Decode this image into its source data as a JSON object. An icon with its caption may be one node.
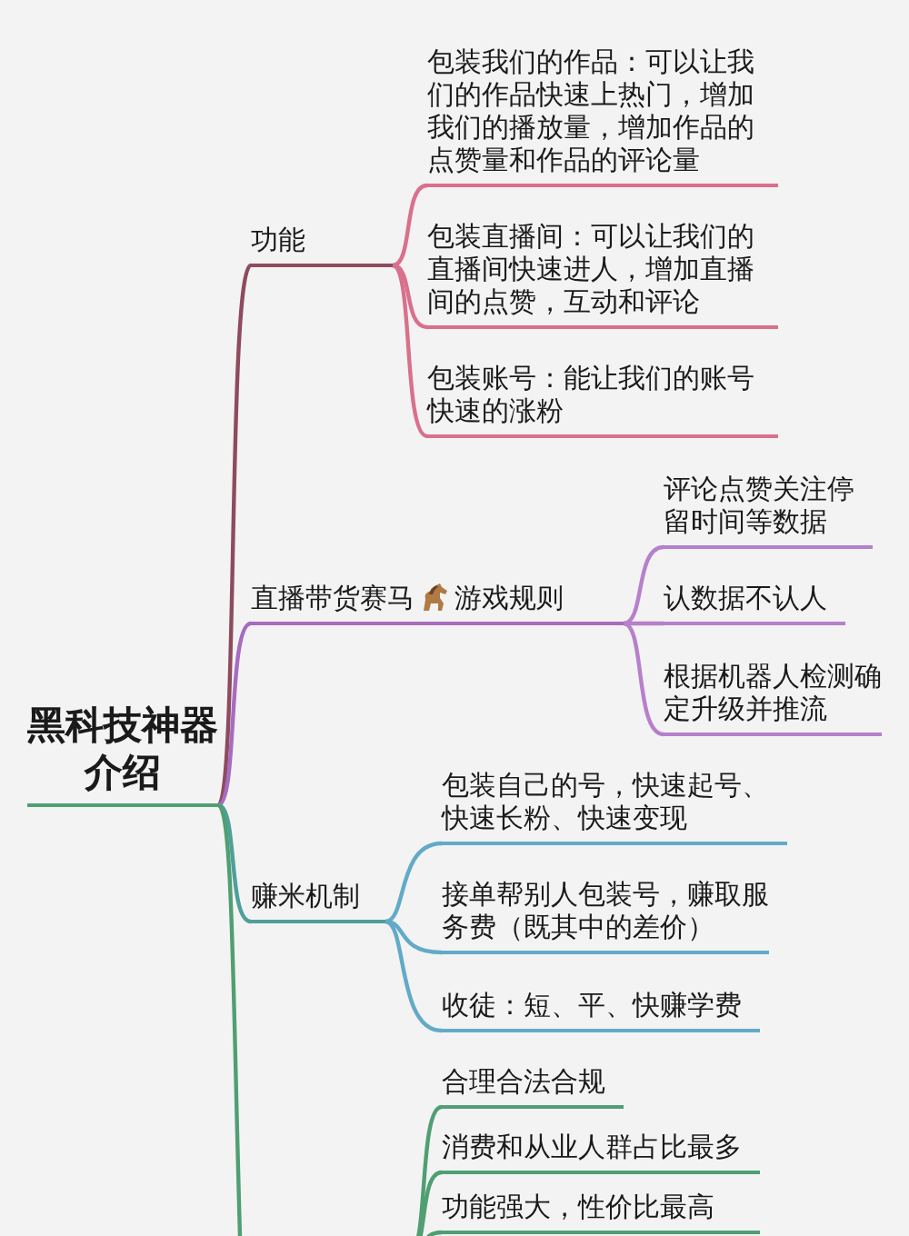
{
  "diagram": {
    "nodes": [
      {
        "text": [
          "黑科技神器介绍"
        ]
      },
      {
        "text": [
          "功能"
        ]
      },
      {
        "text": [
          "包装我们的作品：可以让我们的作品快速上热门，增加我们的播放量，增加作品的点赞量和作品的评论量"
        ]
      },
      {
        "text": [
          "包装直播间：可以让我们的直播间快速进人，增加直播间的点赞，互动和评论"
        ]
      },
      {
        "text": [
          "包装账号：能让我们的账号快速的涨粉"
        ]
      },
      {
        "text": [
          "直播带货赛马",
          "游戏规则"
        ]
      },
      {
        "text": [
          "评论点赞关注停留时间等数据"
        ]
      },
      {
        "text": [
          "认数据不认人"
        ]
      },
      {
        "text": [
          "根据机器人检测确定升级并推流"
        ]
      },
      {
        "text": [
          "赚米机制"
        ]
      },
      {
        "text": [
          "包装自己的号，快速起号、快速长粉、快速变现"
        ]
      },
      {
        "text": [
          "接单帮别人包装号，赚取服务费（既其中的差价）"
        ]
      },
      {
        "text": [
          "收徒：短、平、快赚学费"
        ]
      },
      {
        "text": [
          "合理合法合规"
        ]
      },
      {
        "text": [
          "消费和从业人群占比最多"
        ]
      },
      {
        "text": [
          "功能强大，性价比最高"
        ]
      }
    ],
    "edges": [
      {
        "from": 0,
        "to": 1,
        "arrow": "none",
        "color": "#8e4b5e"
      },
      {
        "from": 1,
        "to": 2,
        "arrow": "none",
        "color": "#d9708c"
      },
      {
        "from": 1,
        "to": 3,
        "arrow": "none",
        "color": "#d9708c"
      },
      {
        "from": 1,
        "to": 4,
        "arrow": "none",
        "color": "#d9708c"
      },
      {
        "from": 0,
        "to": 5,
        "arrow": "none",
        "color": "#a66cc0"
      },
      {
        "from": 5,
        "to": 6,
        "arrow": "none",
        "color": "#b680cc"
      },
      {
        "from": 5,
        "to": 7,
        "arrow": "none",
        "color": "#b680cc"
      },
      {
        "from": 5,
        "to": 8,
        "arrow": "none",
        "color": "#b680cc"
      },
      {
        "from": 0,
        "to": 9,
        "arrow": "none",
        "color": "#4f9f9a"
      },
      {
        "from": 9,
        "to": 10,
        "arrow": "none",
        "color": "#62aac8"
      },
      {
        "from": 9,
        "to": 11,
        "arrow": "none",
        "color": "#62aac8"
      },
      {
        "from": 9,
        "to": 12,
        "arrow": "none",
        "color": "#62aac8"
      },
      {
        "from": 0,
        "to": null,
        "arrow": "none",
        "color": "#4f9f72"
      },
      {
        "from": null,
        "to": 13,
        "arrow": "none",
        "color": "#4f9f72"
      },
      {
        "from": null,
        "to": 14,
        "arrow": "none",
        "color": "#4f9f72"
      },
      {
        "from": null,
        "to": 15,
        "arrow": "none",
        "color": "#4f9f72"
      }
    ]
  }
}
